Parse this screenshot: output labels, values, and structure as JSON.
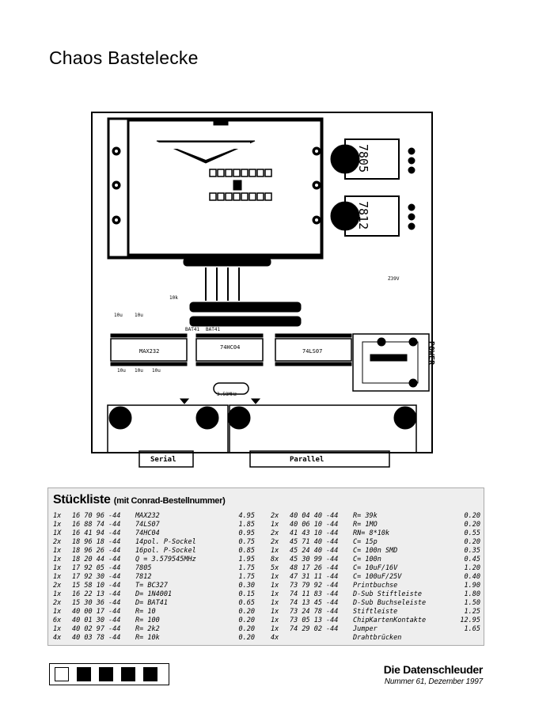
{
  "header": {
    "title": "Chaos Bastelecke"
  },
  "pcb": {
    "regulators": [
      "7805",
      "7812"
    ],
    "chips": [
      "MAX232",
      "74HC04",
      "74LS07"
    ],
    "power_label": "POWER",
    "serial_label": "Serial",
    "parallel_label": "Parallel",
    "crystal_label": "3.58MHz",
    "diode_labels": [
      "BAT41",
      "BAT41"
    ],
    "cap_labels": [
      "10u",
      "10u",
      "10u",
      "10u",
      "10u"
    ],
    "zener_label": "Z39V",
    "resistor_label": "10k"
  },
  "parts_list": {
    "title": "Stückliste",
    "subtitle": "(mit Conrad-Bestellnummer)",
    "left": [
      {
        "qty": "1x",
        "code": "16 70 96 -44",
        "desc": "MAX232",
        "price": "4.95"
      },
      {
        "qty": "1x",
        "code": "16 88 74 -44",
        "desc": "74LS07",
        "price": "1.85"
      },
      {
        "qty": "1X",
        "code": "16 41 94 -44",
        "desc": "74HC04",
        "price": "0.95"
      },
      {
        "qty": "2x",
        "code": "18 96 18 -44",
        "desc": "14pol. P-Sockel",
        "price": "0.75"
      },
      {
        "qty": "1x",
        "code": "18 96 26 -44",
        "desc": "16pol. P-Sockel",
        "price": "0.85"
      },
      {
        "qty": "1x",
        "code": "18 20 44 -44",
        "desc": "Q = 3.579545MHz",
        "price": "1.95"
      },
      {
        "qty": "1x",
        "code": "17 92 05 -44",
        "desc": "7805",
        "price": "1.75"
      },
      {
        "qty": "1x",
        "code": "17 92 30 -44",
        "desc": "7812",
        "price": "1.75"
      },
      {
        "qty": "2x",
        "code": "15 58 10 -44",
        "desc": "T= BC327",
        "price": "0.30"
      },
      {
        "qty": "1x",
        "code": "16 22 13 -44",
        "desc": "D= 1N4001",
        "price": "0.15"
      },
      {
        "qty": "2x",
        "code": "15 30 36 -44",
        "desc": "D= BAT41",
        "price": "0.65"
      },
      {
        "qty": "1x",
        "code": "40 00 17 -44",
        "desc": "R= 10",
        "price": "0.20"
      },
      {
        "qty": "6x",
        "code": "40 01 30 -44",
        "desc": "R= 100",
        "price": "0.20"
      },
      {
        "qty": "1x",
        "code": "40 02 97 -44",
        "desc": "R= 2k2",
        "price": "0.20"
      },
      {
        "qty": "4x",
        "code": "40 03 78 -44",
        "desc": "R= 10k",
        "price": "0.20"
      }
    ],
    "right": [
      {
        "qty": "2x",
        "code": "40 04 40 -44",
        "desc": "R= 39k",
        "price": "0.20"
      },
      {
        "qty": "1x",
        "code": "40 06 10 -44",
        "desc": "R= 1MO",
        "price": "0.20"
      },
      {
        "qty": "2x",
        "code": "41 43 10 -44",
        "desc": "RN= 8*10k",
        "price": "0.55"
      },
      {
        "qty": "2x",
        "code": "45 71 40 -44",
        "desc": "C= 15p",
        "price": "0.20"
      },
      {
        "qty": "1x",
        "code": "45 24 40 -44",
        "desc": "C= 100n SMD",
        "price": "0.35"
      },
      {
        "qty": "8x",
        "code": "45 30 99 -44",
        "desc": "C= 100n",
        "price": "0.45"
      },
      {
        "qty": "5x",
        "code": "48 17 26 -44",
        "desc": "C= 10uF/16V",
        "price": "1.20"
      },
      {
        "qty": "1x",
        "code": "47 31 11 -44",
        "desc": "C= 100uF/25V",
        "price": "0.40"
      },
      {
        "qty": "1x",
        "code": "73 79 92 -44",
        "desc": "Printbuchse",
        "price": "1.90"
      },
      {
        "qty": "1x",
        "code": "74 11 83 -44",
        "desc": "D-Sub Stiftleiste",
        "price": "1.80"
      },
      {
        "qty": "1x",
        "code": "74 13 45 -44",
        "desc": "D-Sub Buchseleiste",
        "price": "1.50"
      },
      {
        "qty": "1x",
        "code": "73 24 78 -44",
        "desc": "Stiftleiste",
        "price": "1.25"
      },
      {
        "qty": "1x",
        "code": "73 05 13 -44",
        "desc": "ChipKartenKontakte",
        "price": "12.95"
      },
      {
        "qty": "1x",
        "code": "74 29 02 -44",
        "desc": "Jumper",
        "price": "1.65"
      },
      {
        "qty": "4x",
        "code": "",
        "desc": "Drahtbrücken",
        "price": ""
      }
    ]
  },
  "footer": {
    "magazine": "Die Datenschleuder",
    "issue": "Nummer 61, Dezember 1997"
  }
}
